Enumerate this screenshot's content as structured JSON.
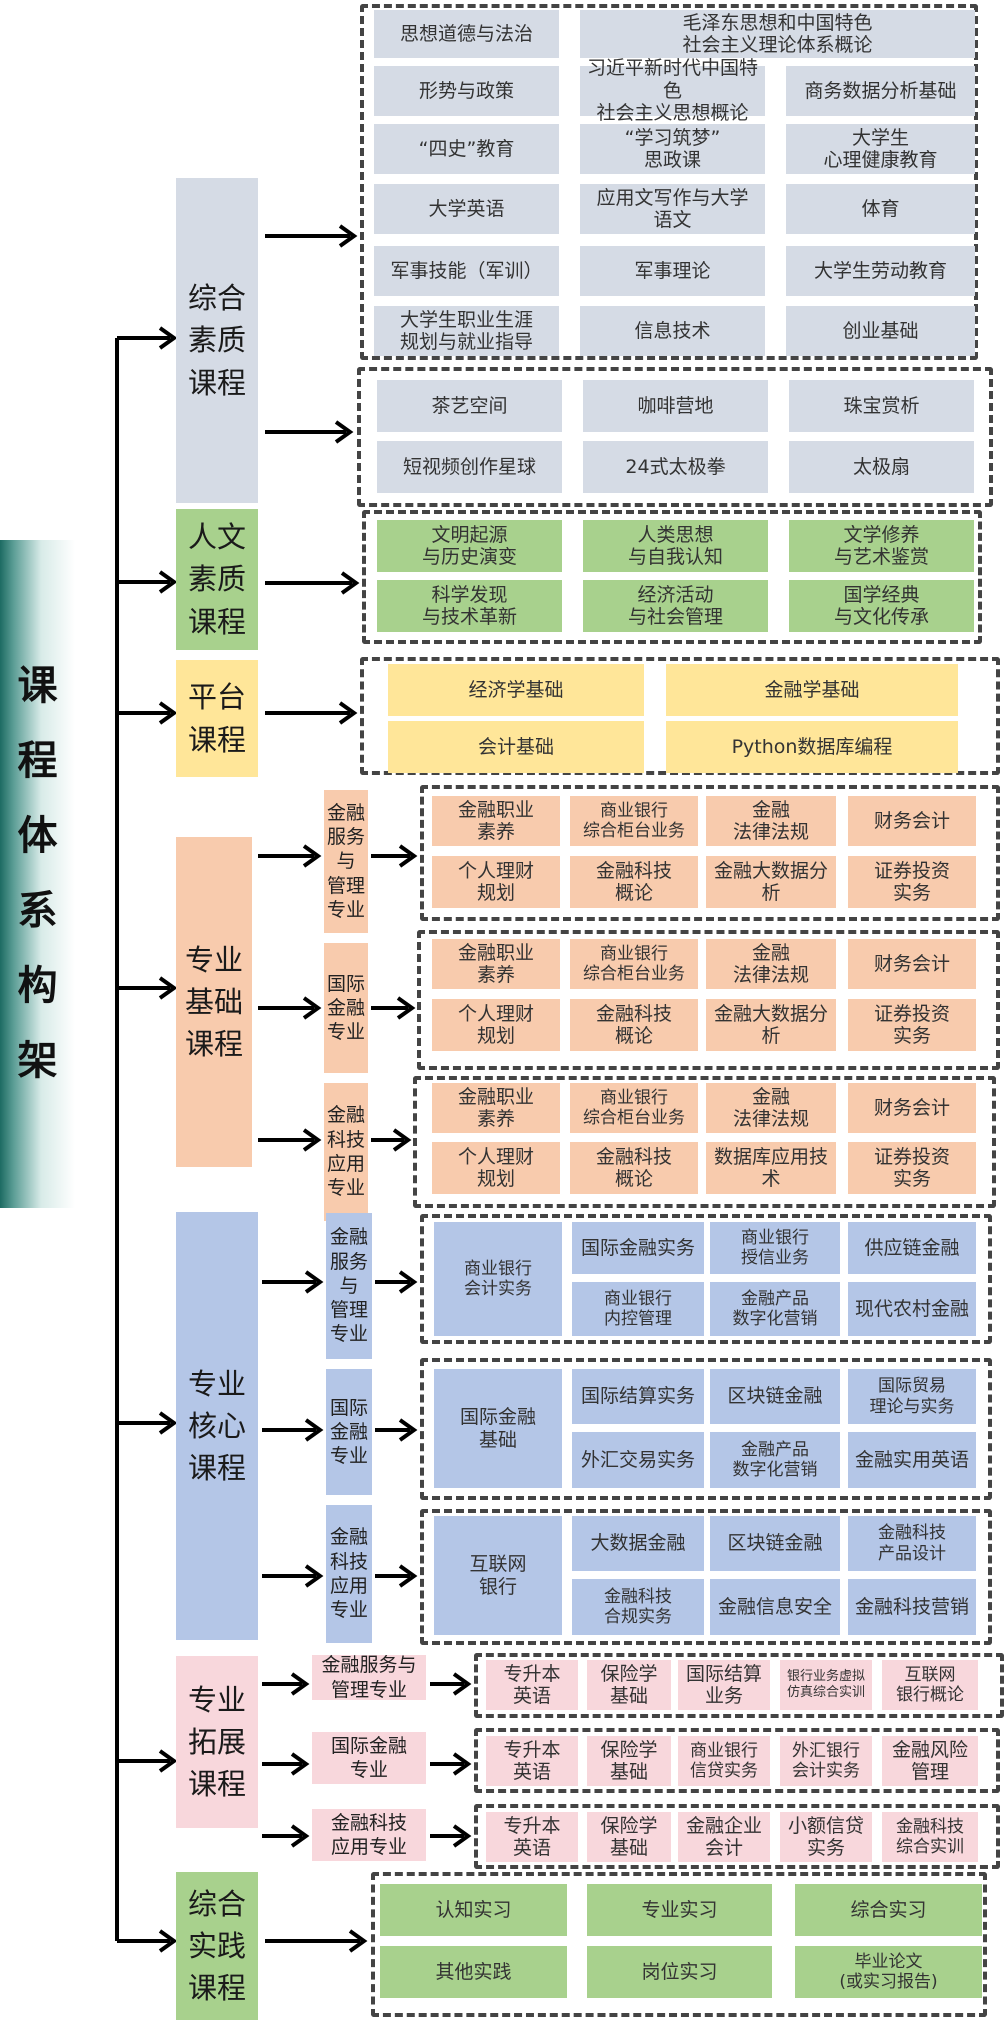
{
  "title": "课程体系构架",
  "categories": [
    {
      "name": "综合\n素质\n课程",
      "color": "#d5dbe5",
      "groups": [
        {
          "courses": [
            "思想道德与法治",
            "毛泽东思想和中国特色\n社会主义理论体系概论",
            "形势与政策",
            "习近平新时代中国特色\n社会主义思想概论",
            "商务数据分析基础",
            "“四史”教育",
            "“学习筑梦”\n思政课",
            "大学生\n心理健康教育",
            "大学英语",
            "应用文写作与大学\n语文",
            "体育",
            "军事技能（军训）",
            "军事理论",
            "大学生劳动教育",
            "大学生职业生涯\n规划与就业指导",
            "信息技术",
            "创业基础"
          ]
        },
        {
          "courses": [
            "茶艺空间",
            "咖啡营地",
            "珠宝赏析",
            "短视频创作星球",
            "24式太极拳",
            "太极扇"
          ]
        }
      ]
    },
    {
      "name": "人文\n素质\n课程",
      "color": "#a8d18d",
      "groups": [
        {
          "courses": [
            "文明起源\n与历史演变",
            "人类思想\n与自我认知",
            "文学修养\n与艺术鉴赏",
            "科学发现\n与技术革新",
            "经济活动\n与社会管理",
            "国学经典\n与文化传承"
          ]
        }
      ]
    },
    {
      "name": "平台\n课程",
      "color": "#ffe699",
      "groups": [
        {
          "courses": [
            "经济学基础",
            "金融学基础",
            "会计基础",
            "Python数据库编程"
          ]
        }
      ]
    },
    {
      "name": "专业\n基础\n课程",
      "color": "#f8cbad",
      "groups": [
        {
          "major": "金融\n服务\n与\n管理\n专业",
          "courses": [
            "金融职业\n素养",
            "商业银行\n综合柜台业务",
            "金融\n法律法规",
            "财务会计",
            "个人理财\n规划",
            "金融科技\n概论",
            "金融大数据分析",
            "证券投资\n实务"
          ]
        },
        {
          "major": "国际\n金融\n专业",
          "courses": [
            "金融职业\n素养",
            "商业银行\n综合柜台业务",
            "金融\n法律法规",
            "财务会计",
            "个人理财\n规划",
            "金融科技\n概论",
            "金融大数据分析",
            "证券投资\n实务"
          ]
        },
        {
          "major": "金融\n科技\n应用\n专业",
          "courses": [
            "金融职业\n素养",
            "商业银行\n综合柜台业务",
            "金融\n法律法规",
            "财务会计",
            "个人理财\n规划",
            "金融科技\n概论",
            "数据库应用技术",
            "证券投资\n实务"
          ]
        }
      ]
    },
    {
      "name": "专业\n核心\n课程",
      "color": "#b4c6e7",
      "groups": [
        {
          "major": "金融\n服务\n与\n管理\n专业",
          "courses": [
            "商业银行\n会计实务",
            "国际金融实务",
            "商业银行\n授信业务",
            "供应链金融",
            "商业银行\n内控管理",
            "金融产品\n数字化营销",
            "现代农村金融"
          ]
        },
        {
          "major": "国际\n金融\n专业",
          "courses": [
            "国际金融\n基础",
            "国际结算实务",
            "区块链金融",
            "国际贸易\n理论与实务",
            "外汇交易实务",
            "金融产品\n数字化营销",
            "金融实用英语"
          ]
        },
        {
          "major": "金融\n科技\n应用\n专业",
          "courses": [
            "互联网\n银行",
            "大数据金融",
            "区块链金融",
            "金融科技\n产品设计",
            "金融科技\n合规实务",
            "金融信息安全",
            "金融科技营销"
          ]
        }
      ]
    },
    {
      "name": "专业\n拓展\n课程",
      "color": "#f8d7dc",
      "groups": [
        {
          "major": "金融服务与\n管理专业",
          "courses": [
            "专升本\n英语",
            "保险学\n基础",
            "国际结算\n业务",
            "银行业务虚拟\n仿真综合实训",
            "互联网\n银行概论"
          ]
        },
        {
          "major": "国际金融\n专业",
          "courses": [
            "专升本\n英语",
            "保险学\n基础",
            "商业银行\n信贷实务",
            "外汇银行\n会计实务",
            "金融风险\n管理"
          ]
        },
        {
          "major": "金融科技\n应用专业",
          "courses": [
            "专升本\n英语",
            "保险学\n基础",
            "金融企业\n会计",
            "小额信贷\n实务",
            "金融科技\n综合实训"
          ]
        }
      ]
    },
    {
      "name": "综合\n实践\n课程",
      "color": "#a8d18d",
      "groups": [
        {
          "courses": [
            "认知实习",
            "专业实习",
            "综合实习",
            "其他实践",
            "岗位实习",
            "毕业论文\n(或实习报告)"
          ]
        }
      ]
    }
  ]
}
